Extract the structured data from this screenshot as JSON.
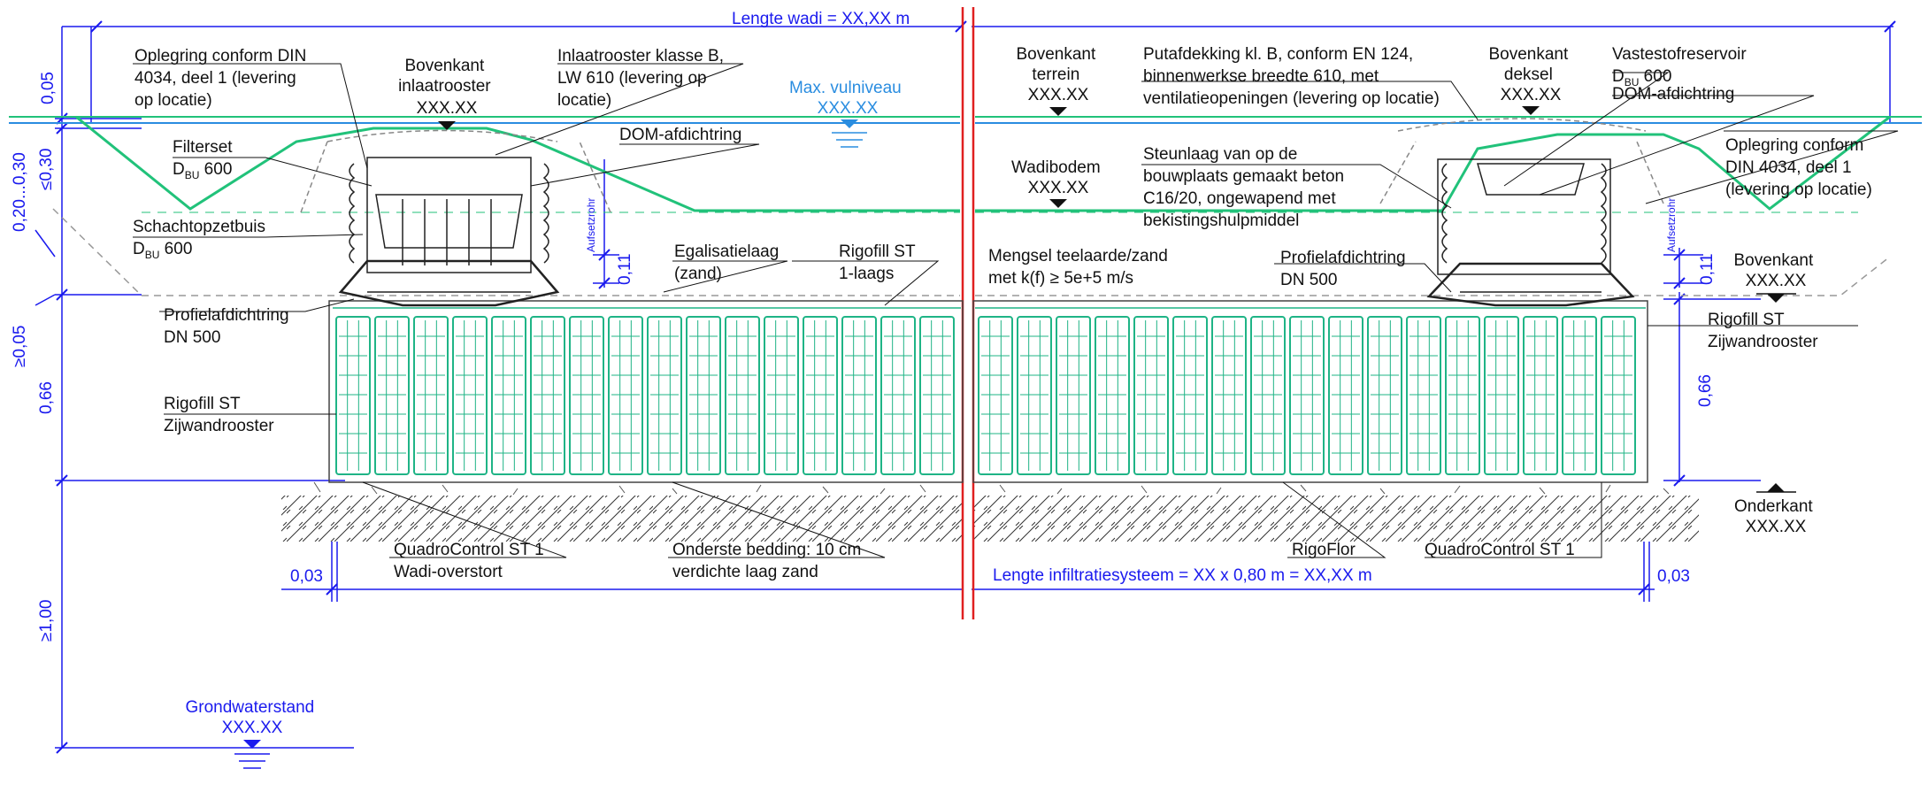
{
  "colors": {
    "dimension": "#1a1aee",
    "ground_line": "#21c27a",
    "water_level": "#2a8de0",
    "rigofill": "#1fb486",
    "section_break": "#e02020",
    "outline": "#111111"
  },
  "top_dimension": {
    "label": "Lengte wadi = XX,XX m"
  },
  "left_dimensions": {
    "d_005_top": "0,05",
    "d_020_030": "0,20...0,30",
    "d_le_030": "≤0,30",
    "d_ge_005": "≥0,05",
    "d_066": "0,66",
    "d_ge_100": "≥1,00",
    "d_003": "0,03"
  },
  "right_dimensions": {
    "d_011": "0,11",
    "d_066": "0,66",
    "d_003": "0,03"
  },
  "inner_dimensions": {
    "d_011": "0,11"
  },
  "levels": {
    "bovenkant_inlaatrooster": {
      "line1": "Bovenkant",
      "line2": "inlaatrooster",
      "value": "XXX.XX"
    },
    "max_vulniveau": {
      "line1": "Max. vulniveau",
      "value": "XXX.XX"
    },
    "bovenkant_terrein": {
      "line1": "Bovenkant",
      "line2": "terrein",
      "value": "XXX.XX"
    },
    "wadibodem": {
      "line1": "Wadibodem",
      "value": "XXX.XX"
    },
    "bovenkant_deksel": {
      "line1": "Bovenkant",
      "line2": "deksel",
      "value": "XXX.XX"
    },
    "bovenkant": {
      "line1": "Bovenkant",
      "value": "XXX.XX"
    },
    "onderkant": {
      "line1": "Onderkant",
      "value": "XXX.XX"
    },
    "grondwaterstand": {
      "line1": "Grondwaterstand",
      "value": "XXX.XX"
    }
  },
  "labels": {
    "oplegring_left": [
      "Oplegring conform DIN",
      "4034, deel 1  (levering",
      "op locatie)"
    ],
    "inlaatrooster": [
      "Inlaatrooster klasse B,",
      "LW 610 (levering op",
      "locatie)"
    ],
    "filterset": {
      "main": "Filterset",
      "d": "D",
      "sub": "BU",
      "size": " 600"
    },
    "dom_left": "DOM-afdichtring",
    "schachtopzetbuis": {
      "main": "Schachtopzetbuis",
      "d": "D",
      "sub": "BU",
      "size": " 600"
    },
    "aufsetzrohr": "Aufsetzrohr",
    "egalisatielaag": [
      "Egalisatielaag",
      "(zand)"
    ],
    "rigofill_1laags": [
      "Rigofill ST",
      "1-laags"
    ],
    "profiel_left": [
      "Profielafdichtring",
      "DN 500"
    ],
    "rigofill_left": [
      "Rigofill ST",
      "Zijwandrooster"
    ],
    "quadro_left": [
      "QuadroControl ST 1",
      "Wadi-overstort"
    ],
    "bedding": [
      "Onderste bedding: 10 cm",
      "verdichte laag zand"
    ],
    "putafdekking": [
      "Putafdekking kl. B, conform EN 124,",
      "binnenwerkse breedte 610, met",
      "ventilatieopeningen (levering op locatie)"
    ],
    "vastestof": {
      "main": "Vastestofreservoir",
      "d": "D",
      "sub": "BU",
      "size": " 600"
    },
    "dom_right": "DOM-afdichtring",
    "oplegring_right": [
      "Oplegring conform",
      "DIN 4034, deel 1",
      "(levering op locatie)"
    ],
    "steunlaag": [
      "Steunlaag van op de",
      "bouwplaats gemaakt beton",
      "C16/20, ongewapend met",
      "bekistingshulpmiddel"
    ],
    "mengsel": [
      "Mengsel teelaarde/zand",
      "met k(f) ≥ 5e+5 m/s"
    ],
    "profiel_right": [
      "Profielafdichtring",
      "DN 500"
    ],
    "rigofill_right": [
      "Rigofill ST",
      "Zijwandrooster"
    ],
    "rigoflor": "RigoFlor",
    "quadro_right": "QuadroControl ST 1"
  },
  "bottom_dimension": {
    "label": "Lengte infiltratiesysteem = XX x 0,80 m = XX,XX m"
  }
}
